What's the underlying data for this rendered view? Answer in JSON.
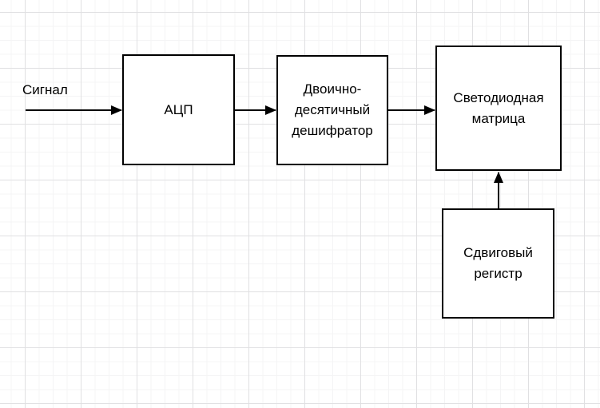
{
  "diagram": {
    "signal_label": "Сигнал",
    "nodes": {
      "adc": {
        "label": "АЦП"
      },
      "decoder": {
        "label": "Двоично-\nдесятичный\nдешифратор"
      },
      "led_matrix": {
        "label": "Светодиодная\nматрица"
      },
      "shift_register": {
        "label": "Сдвиговый\nрегистр"
      }
    },
    "connections": [
      {
        "from": "Сигнал",
        "to": "АЦП",
        "direction": "right"
      },
      {
        "from": "АЦП",
        "to": "Двоично-десятичный дешифратор",
        "direction": "right"
      },
      {
        "from": "Двоично-десятичный дешифратор",
        "to": "Светодиодная матрица",
        "direction": "right"
      },
      {
        "from": "Сдвиговый регистр",
        "to": "Светодиодная матрица",
        "direction": "up"
      }
    ],
    "colors": {
      "background": "#ffffff",
      "grid_minor": "#f4f4f5",
      "grid_major": "#e0e0e2",
      "node_fill": "#ffffff",
      "stroke": "#000000",
      "text": "#000000"
    }
  }
}
